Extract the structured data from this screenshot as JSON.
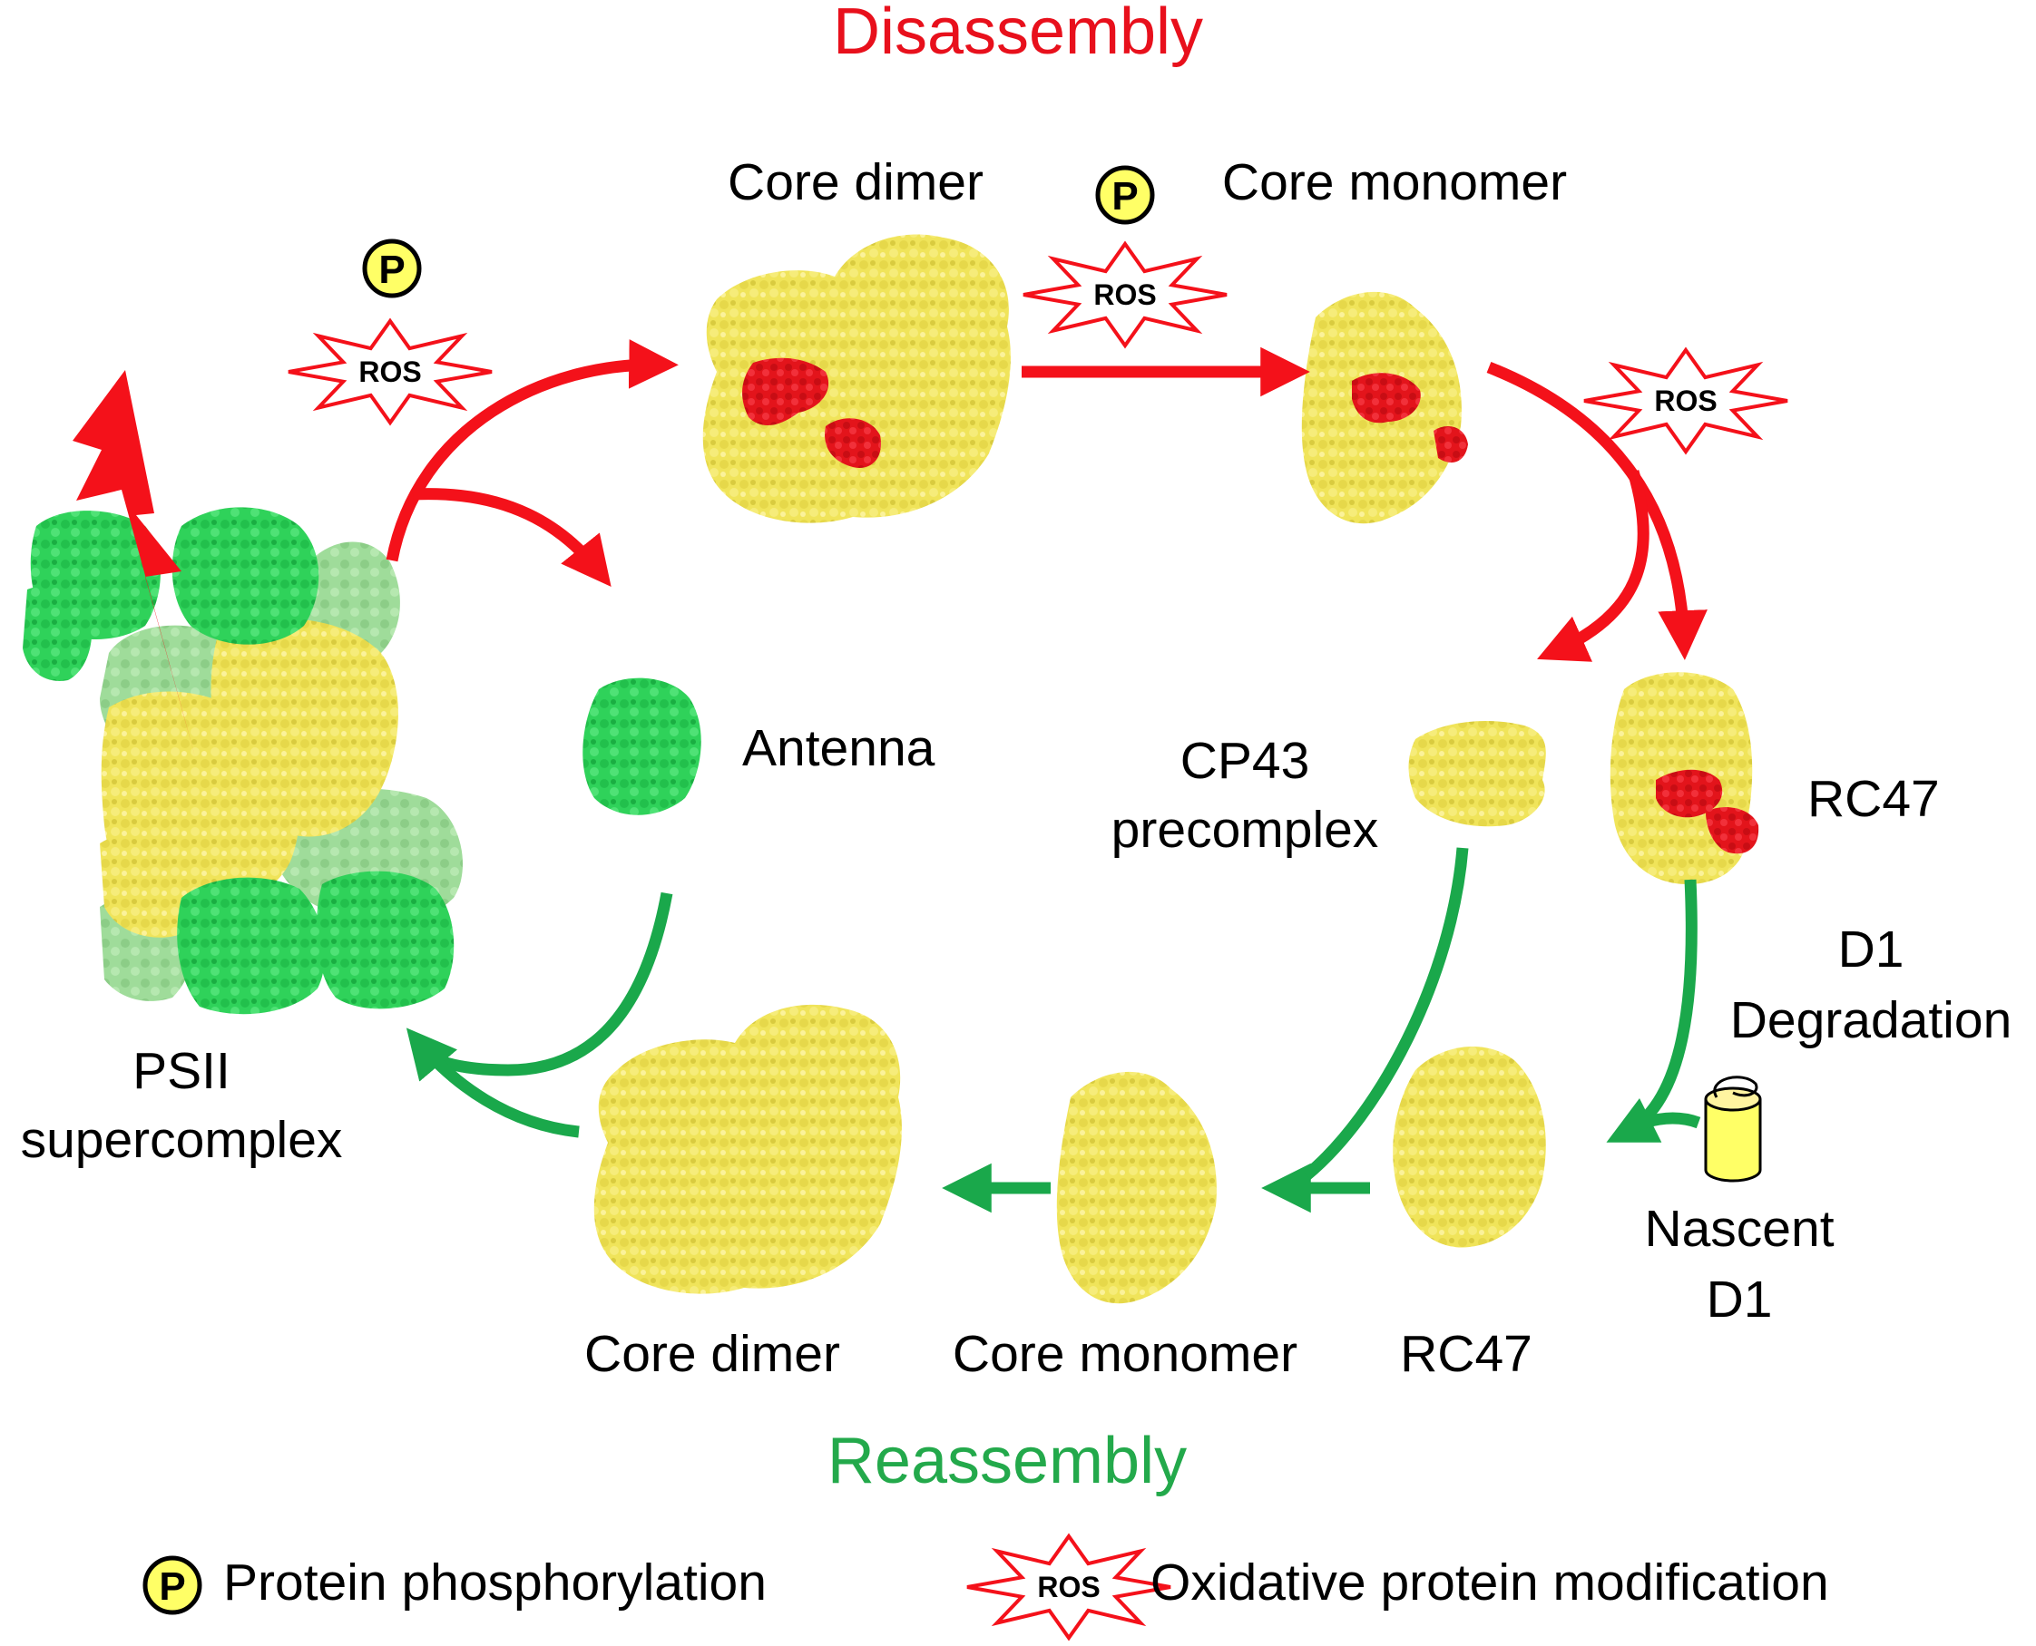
{
  "titles": {
    "disassembly": "Disassembly",
    "reassembly": "Reassembly"
  },
  "labels": {
    "core_dimer_top": "Core dimer",
    "core_monomer_top": "Core monomer",
    "antenna": "Antenna",
    "cp43_line1": "CP43",
    "cp43_line2": "precomplex",
    "rc47_right": "RC47",
    "d1_degradation_line1": "D1",
    "d1_degradation_line2": "Degradation",
    "psii_line1": "PSII",
    "psii_line2": "supercomplex",
    "nascent_line1": "Nascent",
    "nascent_line2": "D1",
    "core_dimer_bottom": "Core dimer",
    "core_monomer_bottom": "Core monomer",
    "rc47_bottom": "RC47"
  },
  "badges": {
    "phosphorylation": "P",
    "ros": "ROS"
  },
  "legend": {
    "phosphorylation_label": "Protein phosphorylation",
    "ros_label": "Oxidative protein modification"
  },
  "colors": {
    "disassembly_arrow": "#f4111a",
    "reassembly_arrow": "#1aa84b",
    "protein_core": "#f0e45a",
    "damaged_d1": "#e3141b",
    "antenna_dark": "#2fd25a",
    "antenna_light": "#9fdc9a",
    "phospho_badge": "#ffff66",
    "lightning": "#f4111a"
  }
}
